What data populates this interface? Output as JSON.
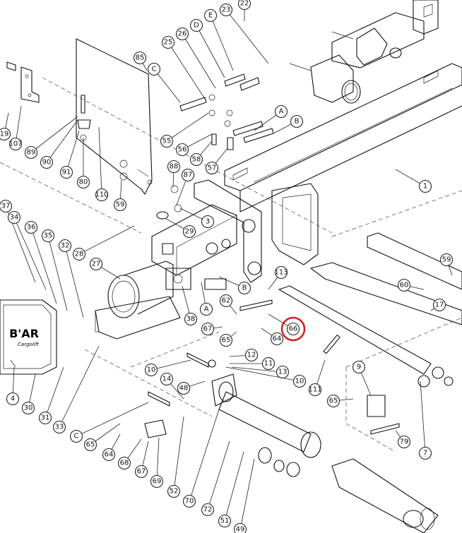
{
  "diagram": {
    "type": "exploded-parts-diagram",
    "highlight_color": "#d42020",
    "highlighted_callout": "66",
    "part_labels": {
      "frame": "B'AR",
      "plate": "Cargolift"
    },
    "callouts": [
      "22",
      "23",
      "E",
      "D",
      "26",
      "25",
      "C",
      "85",
      "19",
      "107",
      "89",
      "90",
      "91",
      "80",
      "110",
      "59",
      "55",
      "56",
      "58",
      "57",
      "A",
      "B",
      "88",
      "87",
      "1",
      "29",
      "3",
      "37",
      "34",
      "36",
      "35",
      "32",
      "28",
      "27",
      "113",
      "38",
      "B",
      "A",
      "62",
      "67",
      "65",
      "64",
      "66",
      "60",
      "59",
      "17",
      "12",
      "11",
      "13",
      "10",
      "14",
      "48",
      "10",
      "9",
      "111",
      "65",
      "31",
      "30",
      "4",
      "33",
      "C",
      "65",
      "64",
      "68",
      "67",
      "69",
      "52",
      "70",
      "72",
      "51",
      "49",
      "79",
      "7"
    ]
  }
}
